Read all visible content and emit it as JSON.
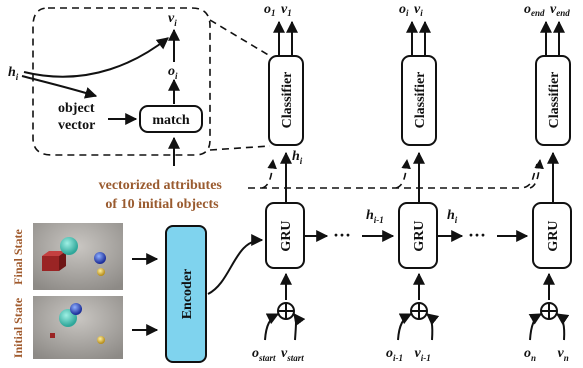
{
  "inset": {
    "h_label": "h",
    "h_sub": "i",
    "v_label": "v",
    "v_sub": "i",
    "o_label": "o",
    "o_sub": "i",
    "object_vector_line1": "object",
    "object_vector_line2": "vector",
    "match_label": "match"
  },
  "attributes_line1": "vectorized attributes",
  "attributes_line2": "of 10 initial objects",
  "final_state_label": "Final State",
  "initial_state_label": "Initial State",
  "encoder_label": "Encoder",
  "gru_label": "GRU",
  "classifier_label": "Classifier",
  "ellipsis": "···",
  "oplus": "⊕",
  "columns": [
    {
      "out_o": "o",
      "out_o_sub": "1",
      "out_v": "v",
      "out_v_sub": "1",
      "in_o": "o",
      "in_o_sub": "start",
      "in_v": "v",
      "in_v_sub": "start",
      "h_label": "h",
      "h_sub": "i"
    },
    {
      "out_o": "o",
      "out_o_sub": "i",
      "out_v": "v",
      "out_v_sub": "i",
      "in_o": "o",
      "in_o_sub": "i-1",
      "in_v": "v",
      "in_v_sub": "i-1"
    },
    {
      "out_o": "o",
      "out_o_sub": "end",
      "out_v": "v",
      "out_v_sub": "end",
      "in_o": "o",
      "in_o_sub": "n",
      "in_v": "v",
      "in_v_sub": "n"
    }
  ],
  "hidden_labels": [
    {
      "label": "h",
      "sub": "i-1"
    },
    {
      "label": "h",
      "sub": "i"
    }
  ],
  "colors": {
    "encoder_fill": "#7fd3ee",
    "attributes_text": "#9a5b2f",
    "state_text": "#a05a2c"
  }
}
